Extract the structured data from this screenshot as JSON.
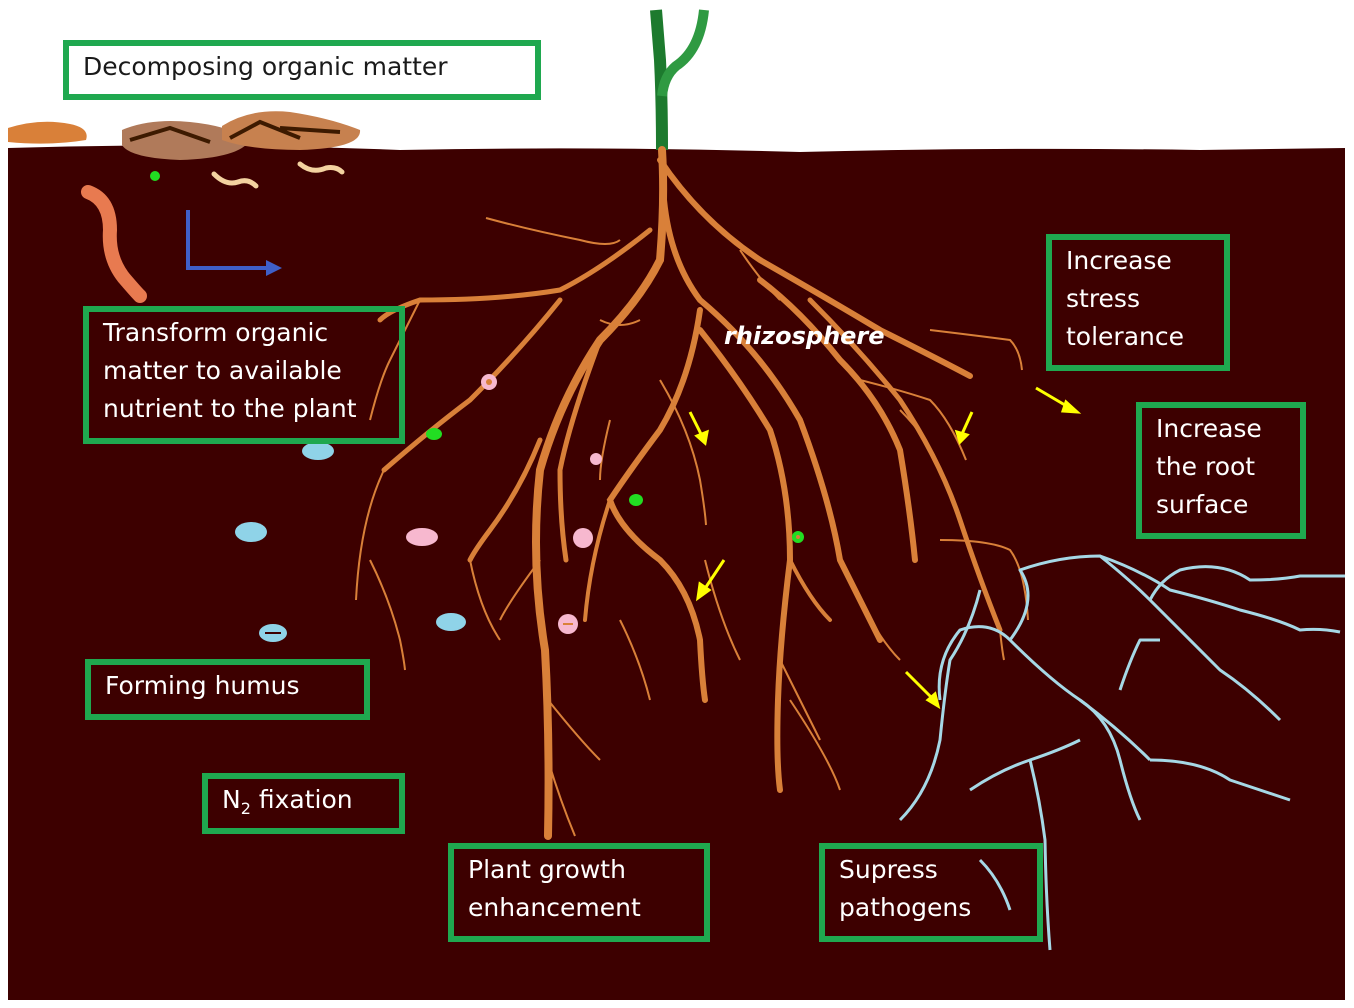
{
  "labels": {
    "decomposing": "Decomposing organic matter",
    "transform": "Transform organic matter to available nutrient to the plant",
    "humus": "Forming humus",
    "n2_prefix": "N",
    "n2_sub": "2",
    "n2_suffix": "fixation",
    "plant_growth": "Plant growth enhancement",
    "pathogens": "Supress pathogens",
    "stress": "Increase stress tolerance",
    "root_surface": "Increase the root surface",
    "rhizosphere": "rhizosphere"
  },
  "colors": {
    "soil": "#3d0000",
    "root": "#d98039",
    "mycorrhiza": "#a6d8e6",
    "stem": "#2a8a3a",
    "box_border": "#1fa84f",
    "arrow": "#ffff00",
    "bacteria_pink": "#f7b8cf",
    "bacteria_blue": "#8fd3e8",
    "bacteria_green": "#22dd22"
  }
}
